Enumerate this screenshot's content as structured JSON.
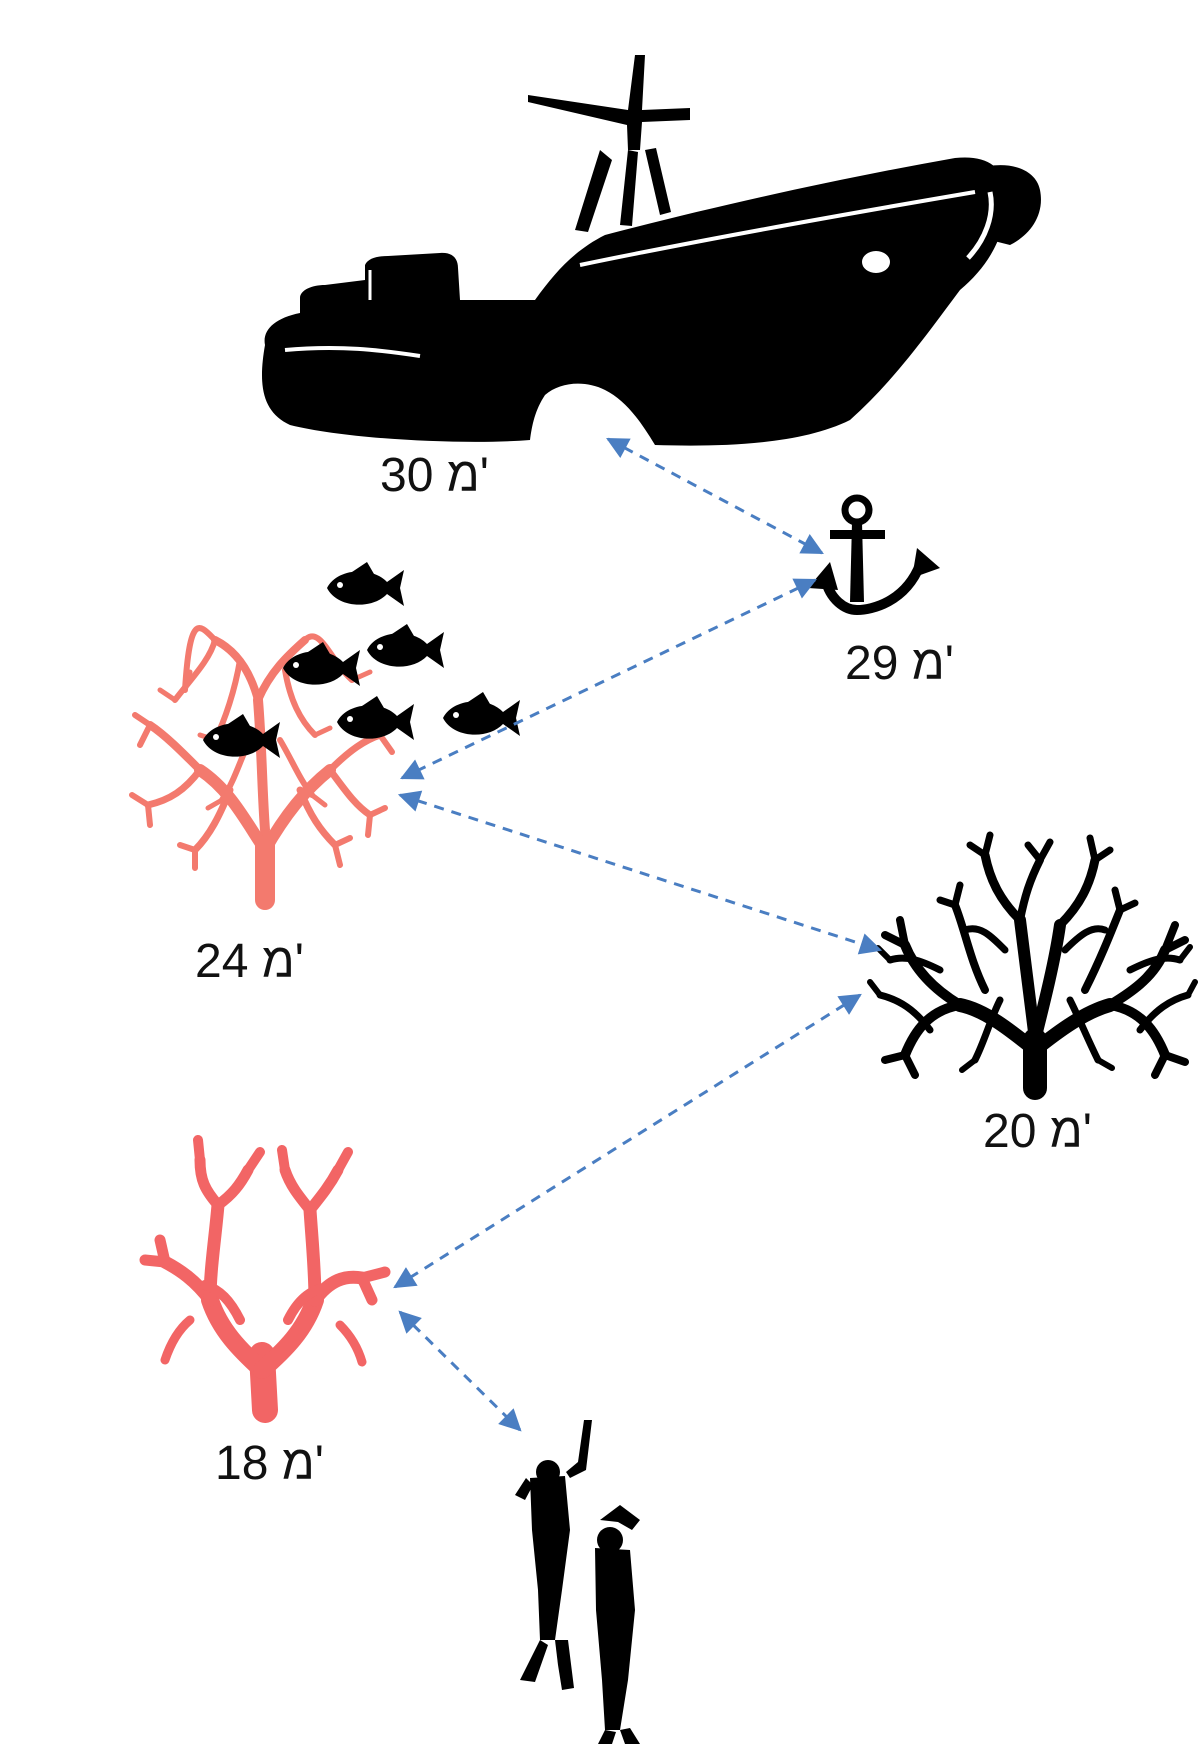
{
  "labels": {
    "ship": "30 מ'",
    "anchor": "29 מ'",
    "coral_fan": "24 מ'",
    "coral_black": "20 מ'",
    "coral_red": "18 מ'"
  },
  "icons": [
    "ship-icon",
    "anchor-icon",
    "fish-icon",
    "sea-fan-coral-icon",
    "black-coral-icon",
    "red-coral-icon",
    "diver-icon"
  ],
  "colors": {
    "arrow": "#4A7EC2",
    "coral_fan": "#F37A6E",
    "coral_red": "#F26565",
    "silhouette": "#000000",
    "text": "#111111"
  }
}
